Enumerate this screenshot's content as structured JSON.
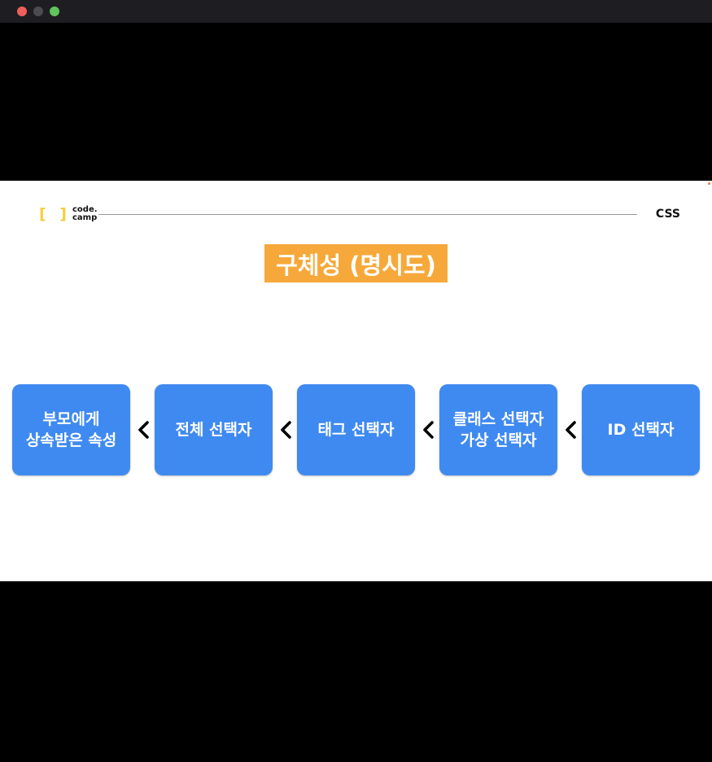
{
  "header": {
    "logo_bracket": "[ ]",
    "logo_line1": "code.",
    "logo_line2": "camp",
    "section_label": "CSS"
  },
  "slide": {
    "title": "구체성 (명시도)"
  },
  "specificity_chain": [
    {
      "label": "부모에게\n상속받은 속성"
    },
    {
      "label": "전체 선택자"
    },
    {
      "label": "태그 선택자"
    },
    {
      "label": "클래스 선택자\n가상 선택자"
    },
    {
      "label": "ID 선택자"
    }
  ],
  "comparison_icon": "less-than-chevron",
  "colors": {
    "box_blue": "#3f8af0",
    "title_orange": "#f6a93a",
    "logo_yellow": "#f6cd3c"
  }
}
